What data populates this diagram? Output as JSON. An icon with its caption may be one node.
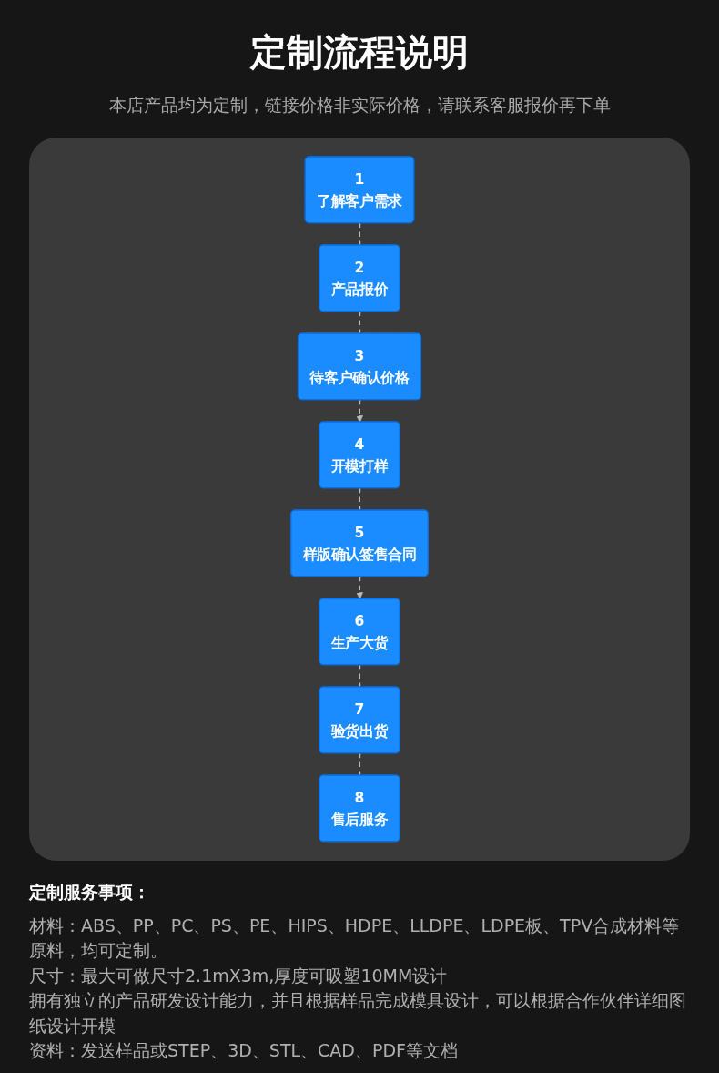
{
  "diagram": {
    "title": "定制流程说明",
    "nodes": [
      {
        "text": [
          "1",
          "了解客户需求"
        ]
      },
      {
        "text": [
          "2",
          "产品报价"
        ]
      },
      {
        "text": [
          "3",
          "待客户确认价格"
        ]
      },
      {
        "text": [
          "4",
          "开模打样"
        ]
      },
      {
        "text": [
          "5",
          "样版确认签售合同"
        ]
      },
      {
        "text": [
          "6",
          "生产大货"
        ]
      },
      {
        "text": [
          "7",
          "验货出货"
        ]
      },
      {
        "text": [
          "8",
          "售后服务"
        ]
      }
    ],
    "edges": [
      {
        "from": 0,
        "to": 1,
        "arrow": "none",
        "style": "dashed"
      },
      {
        "from": 1,
        "to": 2,
        "arrow": "none",
        "style": "dashed"
      },
      {
        "from": 2,
        "to": 3,
        "arrow": "to",
        "style": "dashed"
      },
      {
        "from": 3,
        "to": 4,
        "arrow": "none",
        "style": "dashed"
      },
      {
        "from": 4,
        "to": 5,
        "arrow": "to",
        "style": "dashed"
      },
      {
        "from": 5,
        "to": 6,
        "arrow": "none",
        "style": "dashed"
      },
      {
        "from": 6,
        "to": 7,
        "arrow": "none",
        "style": "dashed"
      }
    ],
    "labels": [
      "本店产品均为定制，链接价格非实际价格，请联系客服报价再下单",
      "定制服务事项：",
      "材料：ABS、PP、PC、PS、PE、HIPS、HDPE、LLDPE、LDPE板、TPV合成材料等原料，均可定制。",
      "尺寸：最大可做尺寸2.1mX3m,厚度可吸塑10MM设计",
      "拥有独立的产品研发设计能力，并且根据样品完成模具设计，可以根据合作伙伴详细图纸设计开模",
      "资料：发送样品或STEP、3D、STL、CAD、PDF等文档"
    ]
  }
}
